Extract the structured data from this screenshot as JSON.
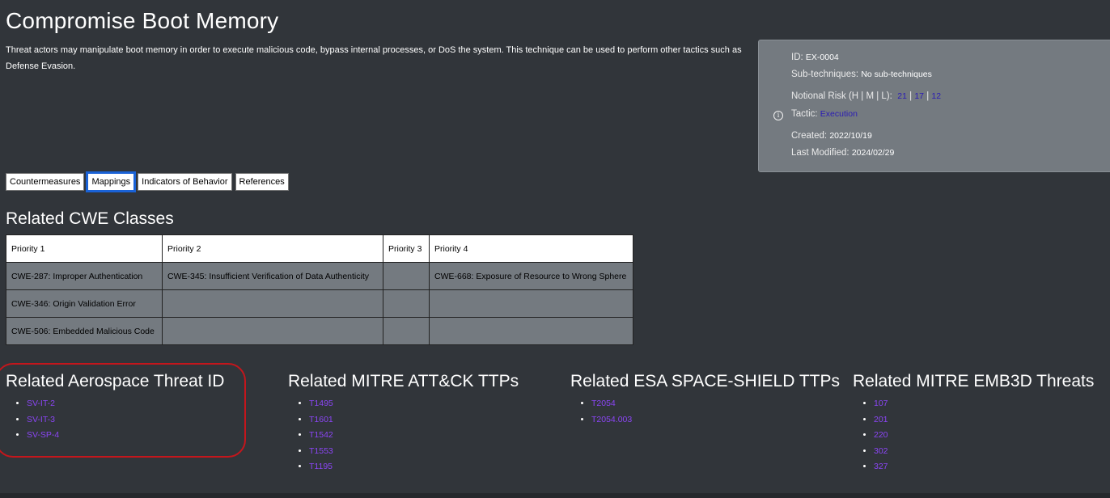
{
  "page": {
    "title": "Compromise Boot Memory",
    "description": "Threat actors may manipulate boot memory in order to execute malicious code, bypass internal processes, or DoS the system. This technique can be used to perform other tactics such as Defense Evasion."
  },
  "info": {
    "id_label": "ID:",
    "id_value": "EX-0004",
    "subtech_label": "Sub-techniques:",
    "subtech_value": "No sub-techniques",
    "risk_label": "Notional Risk (H | M | L):",
    "risk_h": "21",
    "risk_m": "17",
    "risk_l": "12",
    "tactic_label": "Tactic:",
    "tactic_value": "Execution",
    "created_label": "Created:",
    "created_value": "2022/10/19",
    "modified_label": "Last Modified:",
    "modified_value": "2024/02/29",
    "info_glyph": "i"
  },
  "tabs": [
    {
      "label": "Countermeasures",
      "active": false
    },
    {
      "label": "Mappings",
      "active": true
    },
    {
      "label": "Indicators of Behavior",
      "active": false
    },
    {
      "label": "References",
      "active": false
    }
  ],
  "cwe": {
    "title": "Related CWE Classes",
    "headers": [
      "Priority 1",
      "Priority 2",
      "Priority 3",
      "Priority 4"
    ],
    "rows": [
      [
        "CWE-287: Improper Authentication",
        "CWE-345: Insufficient Verification of Data Authenticity",
        "",
        "CWE-668: Exposure of Resource to Wrong Sphere"
      ],
      [
        "CWE-346: Origin Validation Error",
        "",
        "",
        ""
      ],
      [
        "CWE-506: Embedded Malicious Code",
        "",
        "",
        ""
      ]
    ]
  },
  "related": {
    "aerospace": {
      "title": "Related Aerospace Threat ID",
      "items": [
        "SV-IT-2",
        "SV-IT-3",
        "SV-SP-4"
      ]
    },
    "mitre": {
      "title": "Related MITRE ATT&CK TTPs",
      "items": [
        "T1495",
        "T1601",
        "T1542",
        "T1553",
        "T1195"
      ]
    },
    "esa": {
      "title": "Related ESA SPACE-SHIELD TTPs",
      "items": [
        "T2054",
        "T2054.003"
      ]
    },
    "emb3d": {
      "title": "Related MITRE EMB3D Threats",
      "items": [
        "107",
        "201",
        "220",
        "302",
        "327"
      ]
    }
  },
  "colors": {
    "background": "#31353a",
    "card": "#747a80",
    "link": "#8b45f5",
    "highlight": "#c4161c"
  }
}
